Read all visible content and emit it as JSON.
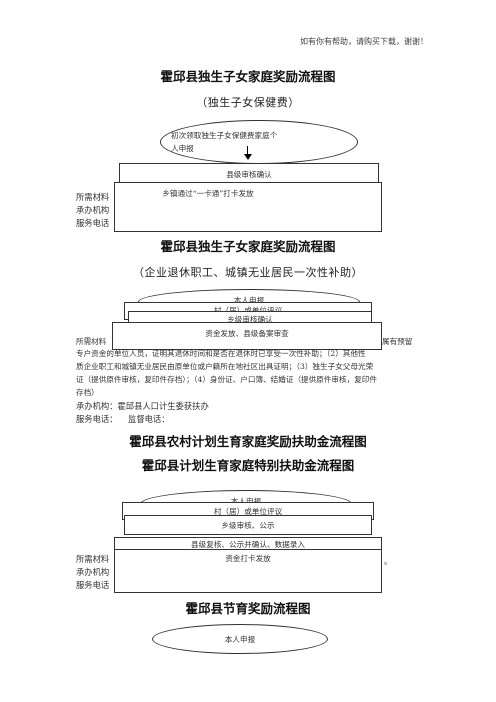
{
  "header": "如有你有帮助，请购买下载，谢谢！",
  "section1": {
    "title": "霍邱县独生子女家庭奖励流程图",
    "subtitle": "（独生子女保健费）",
    "step1": "初次领取独生子女保健费家庭个人申报",
    "step2": "县级审核确认",
    "step3": "乡镇通过“一卡通”打卡发放",
    "materials_label": "所需材料",
    "agency_label": "承办机构",
    "phone_label": "服务电话"
  },
  "section2": {
    "title": "霍邱县独生子女家庭奖励流程图",
    "subtitle": "（企业退休职工、城镇无业居民一次性补助）",
    "step1": "本人申报",
    "step2": "村（居）或单位评议",
    "step3": "乡级审核确认",
    "step4": "资金发放、县级备案审查",
    "materials_prefix": "所需材料",
    "materials_tail": "属有预留",
    "materials_lines": [
      "专户资金的单位人员，证明其退休时间和是否在退休时已享受一次性补助；（2）其他性",
      "质企业职工和城镇无业居民由原单位或户籍所在地社区出具证明；（3）独生子女父母光荣",
      "证（提供原件审核，复印件存档）；（4）身份证、户口簿、结婚证（提供原件审核，复印件",
      "存档）"
    ],
    "agency": "承办机构：霍邱县人口计生委获扶办",
    "phone": "服务电话：    监督电话："
  },
  "section3": {
    "title1": "霍邱县农村计划生育家庭奖励扶助金流程图",
    "title2": "霍邱县计划生育家庭特别扶助金流程图",
    "step1": "本人申报",
    "step2": "村（居）或单位评议",
    "step3": "乡级审核、公示",
    "step4": "县级复核、公示并确认、数据录入",
    "step5": "资金打卡发放",
    "materials_label": "所需材料",
    "agency_label": "承办机构",
    "phone_label": "服务电话"
  },
  "section4": {
    "title": "霍邱县节育奖励流程图",
    "step1": "本人申报"
  }
}
